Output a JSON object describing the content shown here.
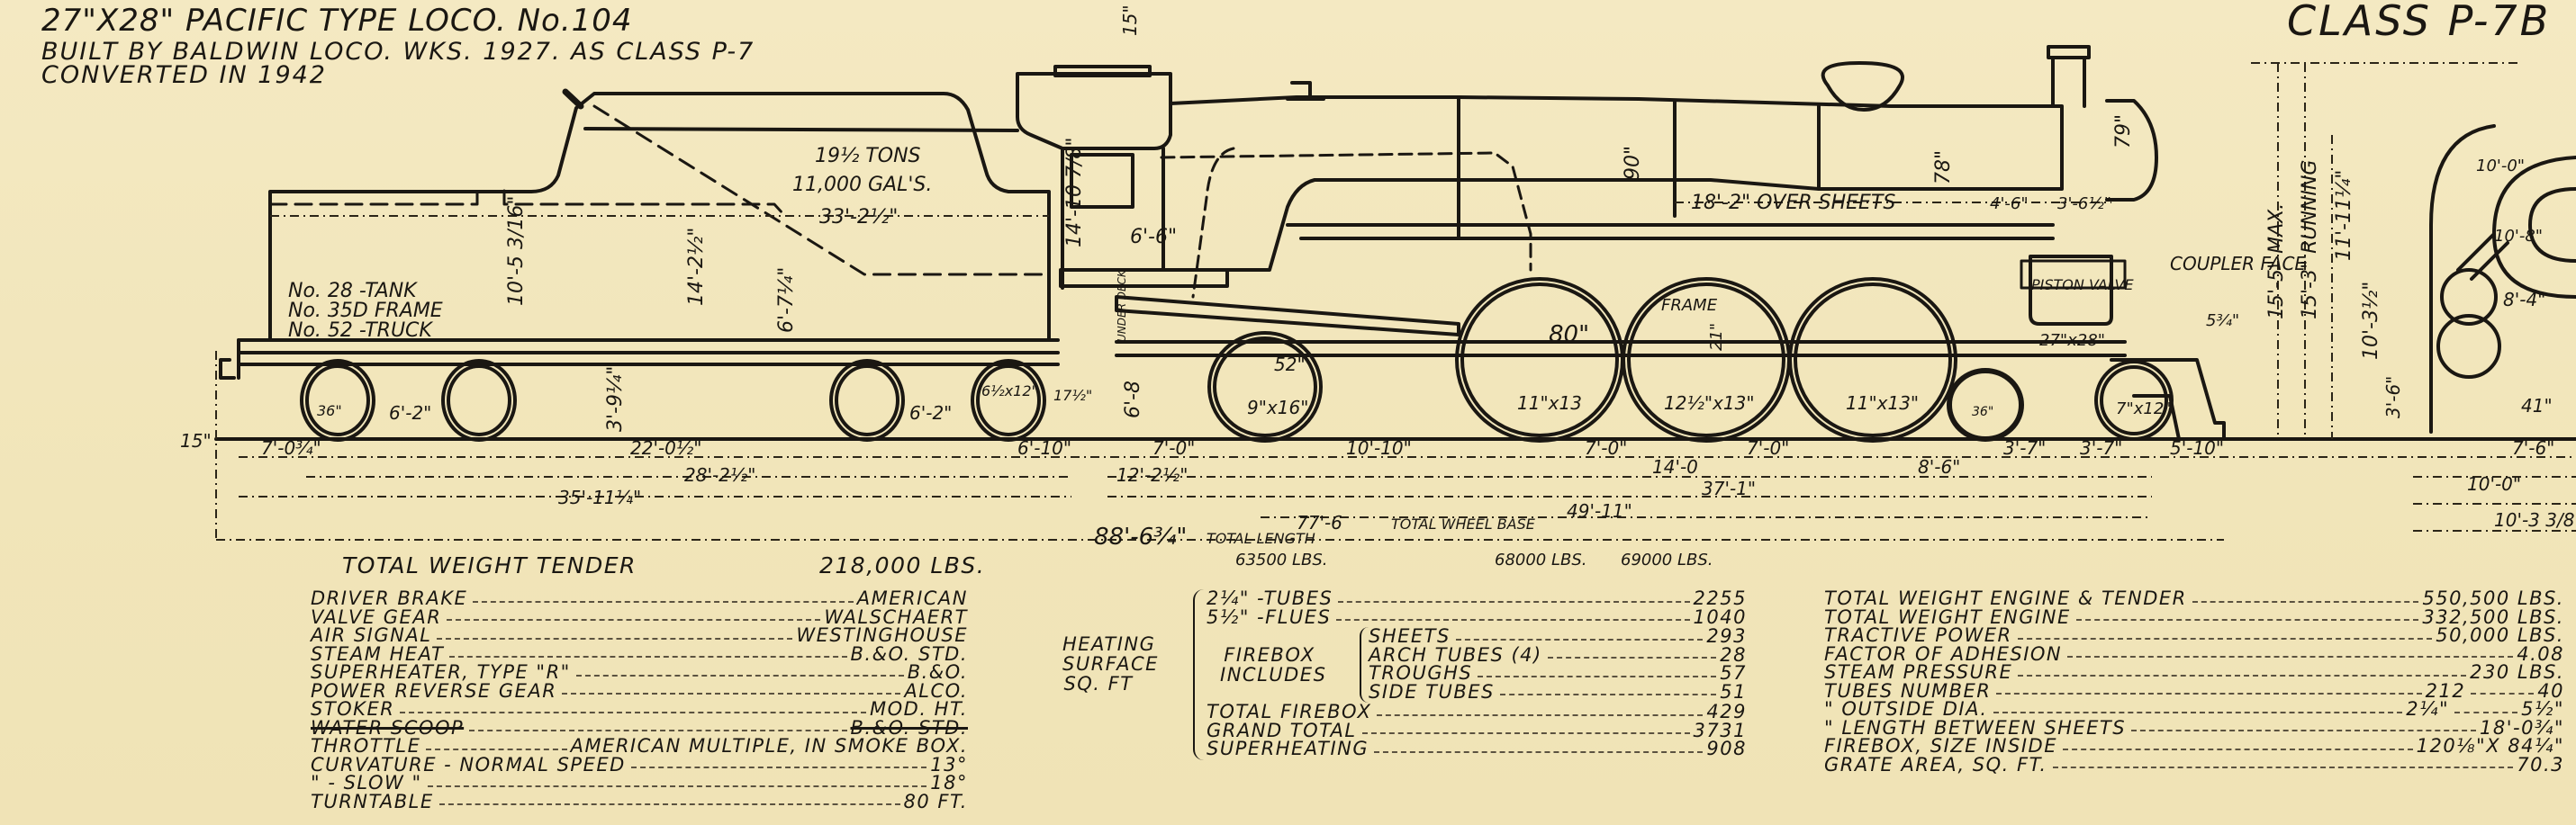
{
  "header": {
    "title_line1": "27\"X28\" PACIFIC TYPE LOCO. No.104",
    "title_line2": "BUILT BY BALDWIN LOCO. WKS. 1927. AS CLASS P-7",
    "title_line3": "CONVERTED IN 1942",
    "class_label": "CLASS P-7B"
  },
  "colors": {
    "paper": "#f3e7bd",
    "ink": "#1a1712"
  },
  "drawing": {
    "tender": {
      "coal": "19½ TONS",
      "water": "11,000 GAL'S.",
      "length": "33'-2½\"",
      "h1": "10'-5 3/16\"",
      "h2": "14'-2½\"",
      "h3": "6'-7¼\"",
      "truck_h": "3'-9¼\"",
      "tank": "No. 28 -TANK",
      "frame": "No. 35D FRAME",
      "truck": "No. 52 -TRUCK",
      "wheel1": "36\"",
      "wheel4": "6½x12\"",
      "axle_a": "6'-2\"",
      "axle_b": "6'-2\""
    },
    "engine": {
      "dome_h": "15\"",
      "cab_h": "14'-10 7/8\"",
      "cab_w": "6'-6\"",
      "under_deck": "UNDER DECK",
      "deck_h": "6'-8",
      "gap": "17½\"",
      "boiler_h": "90\"",
      "over_sheets": "18'-2\" OVER SHEETS",
      "smokebox_h": "78\"",
      "front_h": "79\"",
      "d1": "4'-6\"",
      "d2": "3'-6½\"",
      "piston": "PISTON VALVE",
      "cyl": "27\"x28\"",
      "trailing_wheel": "52\"",
      "trailing_journal": "9\"x16\"",
      "driver_dia": "80\"",
      "journal1": "11\"x13",
      "frame_label": "FRAME",
      "frame_h": "21\"",
      "journal2": "12½\"x13\"",
      "journal3": "11\"x13\"",
      "lead_wheel": "36\"",
      "lead_journal": "7\"x12\"",
      "coupler": "COUPLER FACE",
      "coupler_dim": "5¾\""
    },
    "heights": {
      "max": "15'-5\" MAX.",
      "running": "15'-3\" RUNNING",
      "h_11": "11'-11¼\"",
      "h_10": "10'-3½\"",
      "h_3": "3'-6\""
    },
    "front_view": {
      "w1": "10'-0\"",
      "w2": "10'-8\"",
      "w3": "8'-4\"",
      "w4": "41\"",
      "b1": "7'-6\"",
      "b2": "10'-0\"",
      "b3": "10'-3 3/8\""
    },
    "dims": {
      "left_15": "15\"",
      "d_7_0_3_4": "7'-0¾\"",
      "d_22": "22'-0½\"",
      "d_6_10": "6'-10\"",
      "d_28": "28'-2½\"",
      "d_35": "35'-11¼\"",
      "d_7_0a": "7'-0\"",
      "d_10_10": "10'-10\"",
      "d_7_0b": "7'-0\"",
      "d_7_0c": "7'-0\"",
      "d_3_7a": "3'-7\"",
      "d_3_7b": "3'-7\"",
      "d_5_10": "5'-10\"",
      "d_12_2": "12'-2½\"",
      "d_14_0": "14'-0",
      "d_8_6": "8'-6\"",
      "d_37_1": "37'-1\"",
      "d_49_11": "49'-11\"",
      "d_77_6": "77'-6",
      "wheelbase": "TOTAL WHEEL BASE",
      "d_88": "88'-6¾\"",
      "total_length": "TOTAL LENGTH",
      "w_trailing": "63500 LBS.",
      "w_driver2": "68000 LBS.",
      "w_driver3": "69000 LBS."
    }
  },
  "tender_weight": {
    "label": "TOTAL WEIGHT TENDER",
    "value": "218,000 LBS."
  },
  "equipment": [
    {
      "label": "DRIVER BRAKE",
      "value": "AMERICAN"
    },
    {
      "label": "VALVE GEAR",
      "value": "WALSCHAERT"
    },
    {
      "label": "AIR SIGNAL",
      "value": "WESTINGHOUSE"
    },
    {
      "label": "STEAM HEAT",
      "value": "B.&O. STD."
    },
    {
      "label": "SUPERHEATER, TYPE \"R\"",
      "value": "B.&O."
    },
    {
      "label": "POWER REVERSE GEAR",
      "value": "ALCO."
    },
    {
      "label": "STOKER",
      "value": "MOD. HT."
    },
    {
      "label": "WATER SCOOP",
      "value": "B.&O. STD.",
      "struck": true
    },
    {
      "label": "THROTTLE",
      "value": "AMERICAN MULTIPLE, IN SMOKE BOX."
    },
    {
      "label": "CURVATURE - NORMAL SPEED",
      "value": "13°"
    },
    {
      "label": "\"  -  SLOW  \"",
      "value": "18°"
    },
    {
      "label": "TURNTABLE",
      "value": "80 FT."
    }
  ],
  "heating_surface": {
    "label_lines": [
      "HEATING",
      "SURFACE",
      "SQ. FT"
    ],
    "firebox_label_lines": [
      "FIREBOX",
      "INCLUDES"
    ],
    "items": [
      {
        "label": "2¼\" -TUBES",
        "value": "2255"
      },
      {
        "label": "5½\" -FLUES",
        "value": "1040"
      }
    ],
    "firebox_items": [
      {
        "label": "SHEETS",
        "value": "293"
      },
      {
        "label": "ARCH TUBES (4)",
        "value": "28"
      },
      {
        "label": "TROUGHS",
        "value": "57"
      },
      {
        "label": "SIDE TUBES",
        "value": "51"
      }
    ],
    "totals": [
      {
        "label": "TOTAL FIREBOX",
        "value": "429"
      },
      {
        "label": "GRAND TOTAL",
        "value": "3731"
      },
      {
        "label": "SUPERHEATING",
        "value": "908"
      }
    ]
  },
  "specs": [
    {
      "label": "TOTAL WEIGHT ENGINE & TENDER",
      "mid": "",
      "value": "550,500 LBS."
    },
    {
      "label": "TOTAL WEIGHT ENGINE",
      "mid": "",
      "value": "332,500 LBS."
    },
    {
      "label": "TRACTIVE POWER",
      "mid": "",
      "value": "50,000 LBS."
    },
    {
      "label": "FACTOR OF ADHESION",
      "mid": "",
      "value": "4.08"
    },
    {
      "label": "STEAM PRESSURE",
      "mid": "",
      "value": "230 LBS."
    },
    {
      "label": "TUBES NUMBER",
      "mid": "212",
      "value": "40"
    },
    {
      "label": "\"  OUTSIDE DIA.",
      "mid": "2¼\"",
      "value": "5½\""
    },
    {
      "label": "\"  LENGTH BETWEEN SHEETS",
      "mid": "",
      "value": "18'-0¾\""
    },
    {
      "label": "FIREBOX, SIZE INSIDE",
      "mid": "",
      "value": "120⅛\"X 84¼\""
    },
    {
      "label": "GRATE AREA, SQ. FT.",
      "mid": "",
      "value": "70.3"
    }
  ]
}
